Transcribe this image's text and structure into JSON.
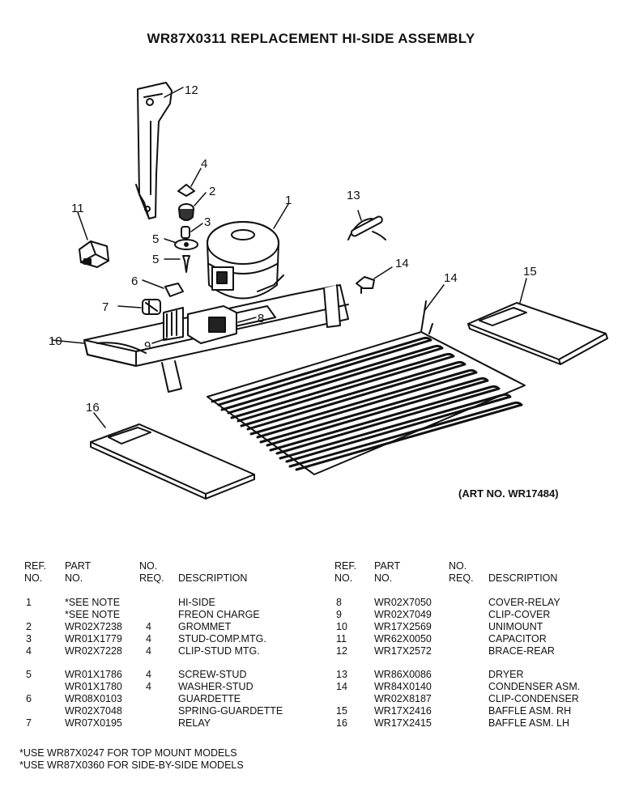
{
  "title": "WR87X0311 REPLACEMENT HI-SIDE ASSEMBLY",
  "art_no": "(ART NO. WR17484)",
  "callouts": [
    "12",
    "4",
    "2",
    "3",
    "1",
    "13",
    "11",
    "5",
    "5",
    "14",
    "14",
    "15",
    "6",
    "7",
    "8",
    "10",
    "9",
    "16"
  ],
  "table_headers": {
    "ref": [
      "REF.",
      "NO."
    ],
    "part": [
      "PART",
      "NO."
    ],
    "req": [
      "NO.",
      "REQ."
    ],
    "desc": "DESCRIPTION"
  },
  "left_rows": [
    {
      "ref": "1",
      "part": "*SEE NOTE",
      "req": "",
      "desc": "HI-SIDE"
    },
    {
      "ref": "",
      "part": "*SEE NOTE",
      "req": "",
      "desc": "FREON CHARGE"
    },
    {
      "ref": "2",
      "part": "WR02X7238",
      "req": "4",
      "desc": "GROMMET"
    },
    {
      "ref": "3",
      "part": "WR01X1779",
      "req": "4",
      "desc": "STUD-COMP.MTG."
    },
    {
      "ref": "4",
      "part": "WR02X7228",
      "req": "4",
      "desc": "CLIP-STUD MTG."
    },
    {
      "ref": "5",
      "part": "WR01X1786",
      "req": "4",
      "desc": "SCREW-STUD"
    },
    {
      "ref": "",
      "part": "WR01X1780",
      "req": "4",
      "desc": "WASHER-STUD"
    },
    {
      "ref": "6",
      "part": "WR08X0103",
      "req": "",
      "desc": "GUARDETTE"
    },
    {
      "ref": "",
      "part": "WR02X7048",
      "req": "",
      "desc": "SPRING-GUARDETTE"
    },
    {
      "ref": "7",
      "part": "WR07X0195",
      "req": "",
      "desc": "RELAY"
    }
  ],
  "right_rows": [
    {
      "ref": "8",
      "part": "WR02X7050",
      "req": "",
      "desc": "COVER-RELAY"
    },
    {
      "ref": "9",
      "part": "WR02X7049",
      "req": "",
      "desc": "CLIP-COVER"
    },
    {
      "ref": "10",
      "part": "WR17X2569",
      "req": "",
      "desc": "UNIMOUNT"
    },
    {
      "ref": "11",
      "part": "WR62X0050",
      "req": "",
      "desc": "CAPACITOR"
    },
    {
      "ref": "12",
      "part": "WR17X2572",
      "req": "",
      "desc": "BRACE-REAR"
    },
    {
      "ref": "13",
      "part": "WR86X0086",
      "req": "",
      "desc": "DRYER"
    },
    {
      "ref": "14",
      "part": "WR84X0140",
      "req": "",
      "desc": "CONDENSER ASM."
    },
    {
      "ref": "",
      "part": "WR02X8187",
      "req": "",
      "desc": "CLIP-CONDENSER"
    },
    {
      "ref": "15",
      "part": "WR17X2416",
      "req": "",
      "desc": "BAFFLE ASM. RH"
    },
    {
      "ref": "16",
      "part": "WR17X2415",
      "req": "",
      "desc": "BAFFLE ASM. LH"
    }
  ],
  "notes": [
    "*USE WR87X0247 FOR TOP MOUNT MODELS",
    "*USE WR87X0360 FOR SIDE-BY-SIDE MODELS"
  ]
}
